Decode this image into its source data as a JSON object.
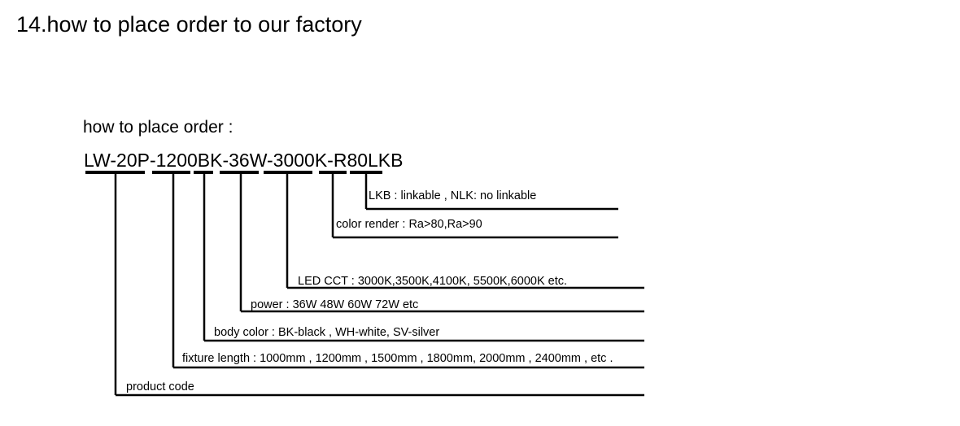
{
  "section_title": "14.how to place order to our factory",
  "subtitle": "how to place order :",
  "model_code": "LW-20P-1200BK-36W-3000K-R80LKB",
  "annotations": [
    {
      "key": "linkable",
      "text": "LKB : linkable , NLK:  no linkable"
    },
    {
      "key": "color-render",
      "text": "color render : Ra>80,Ra>90"
    },
    {
      "key": "led-cct",
      "text": "LED  CCT :  3000K,3500K,4100K, 5500K,6000K etc."
    },
    {
      "key": "power",
      "text": "power : 36W  48W 60W 72W etc"
    },
    {
      "key": "body-color",
      "text": "body color : BK-black , WH-white, SV-silver"
    },
    {
      "key": "fixture-length",
      "text": "fixture length :  1000mm , 1200mm , 1500mm , 1800mm, 2000mm , 2400mm , etc ."
    },
    {
      "key": "product-code",
      "text": "product code"
    }
  ]
}
